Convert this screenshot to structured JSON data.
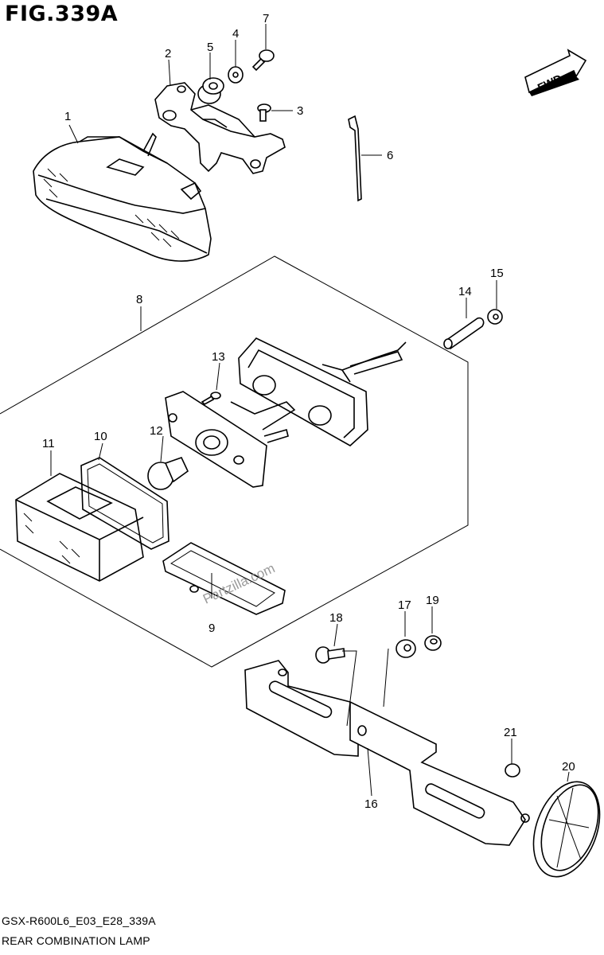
{
  "figure": {
    "title": "FIG.339A",
    "fwd_label": "FWD",
    "footer_code": "GSX-R600L6_E03_E28_339A",
    "footer_name": "REAR COMBINATION LAMP",
    "watermark": "Partzilla.com"
  },
  "callouts": [
    "1",
    "2",
    "3",
    "4",
    "5",
    "6",
    "7",
    "8",
    "9",
    "10",
    "11",
    "12",
    "13",
    "14",
    "15",
    "16",
    "17",
    "18",
    "19",
    "20",
    "21"
  ]
}
